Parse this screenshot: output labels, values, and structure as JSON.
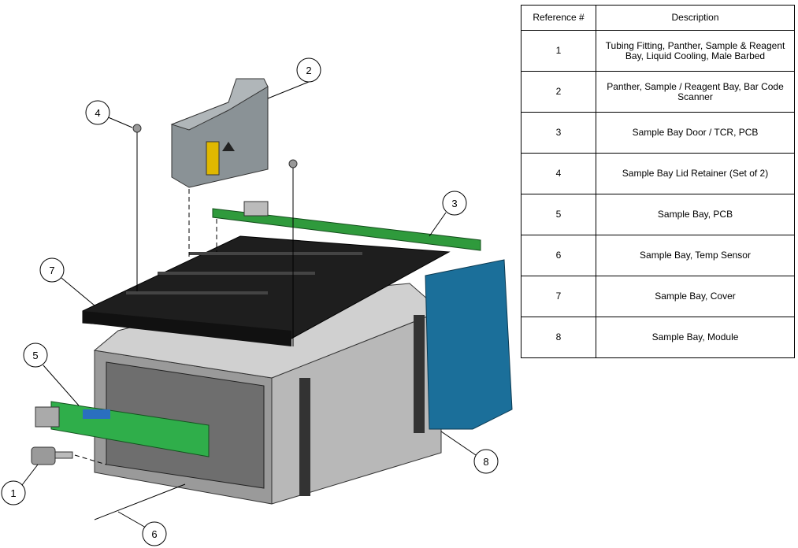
{
  "table": {
    "headers": [
      "Reference #",
      "Description"
    ],
    "rows": [
      {
        "ref": "1",
        "desc": "Tubing Fitting, Panther, Sample & Reagent Bay, Liquid Cooling, Male Barbed"
      },
      {
        "ref": "2",
        "desc": "Panther, Sample / Reagent Bay, Bar Code Scanner"
      },
      {
        "ref": "3",
        "desc": "Sample Bay Door / TCR, PCB"
      },
      {
        "ref": "4",
        "desc": "Sample Bay Lid Retainer (Set of 2)"
      },
      {
        "ref": "5",
        "desc": "Sample Bay, PCB"
      },
      {
        "ref": "6",
        "desc": "Sample Bay, Temp Sensor"
      },
      {
        "ref": "7",
        "desc": "Sample Bay, Cover"
      },
      {
        "ref": "8",
        "desc": "Sample Bay, Module"
      }
    ]
  },
  "callouts": [
    "1",
    "2",
    "3",
    "4",
    "5",
    "6",
    "7",
    "8"
  ]
}
